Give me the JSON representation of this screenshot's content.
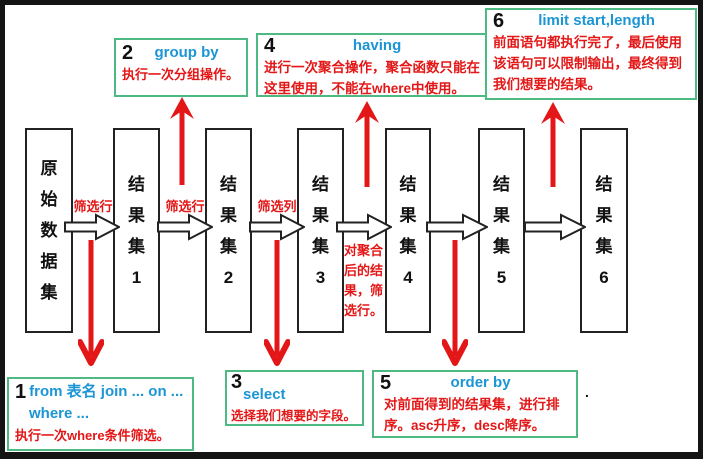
{
  "colors": {
    "accent_blue": "#1b95d4",
    "accent_red": "#e31717",
    "green_border": "#4cba82",
    "box_border_black": "#222222"
  },
  "pipeline": {
    "boxes": [
      {
        "label": "原始数据集"
      },
      {
        "label": "结果集1"
      },
      {
        "label": "结果集2"
      },
      {
        "label": "结果集3"
      },
      {
        "label": "结果集4"
      },
      {
        "label": "结果集5"
      },
      {
        "label": "结果集6"
      }
    ],
    "filter_labels": [
      {
        "text": "筛选行"
      },
      {
        "text": "筛选行"
      },
      {
        "text": "筛选列"
      }
    ],
    "aggregate_note": "对聚合后的结果，筛选行。",
    "stray_mark": "."
  },
  "callouts": [
    {
      "number": "1",
      "title_line1": "from 表名 join ... on ...",
      "title_line2": "where ...",
      "red_line1": "执行一次where条件筛选。"
    },
    {
      "number": "2",
      "title": "group by",
      "red_line1": "执行一次分组操作。"
    },
    {
      "number": "3",
      "title": "select",
      "red_line1": "选择我们想要的字段。"
    },
    {
      "number": "4",
      "title": "having",
      "red_line1": "进行一次聚合操作，聚合函数只能在",
      "red_line2": "这里使用，不能在where中使用。"
    },
    {
      "number": "5",
      "title": "order by",
      "red_line1": "对前面得到的结果集，进行排",
      "red_line2": "序。asc升序，desc降序。"
    },
    {
      "number": "6",
      "title": "limit start,length",
      "red_line1": "前面语句都执行完了，最后使用",
      "red_line2": "该语句可以限制输出，最终得到",
      "red_line3": "我们想要的结果。"
    }
  ]
}
